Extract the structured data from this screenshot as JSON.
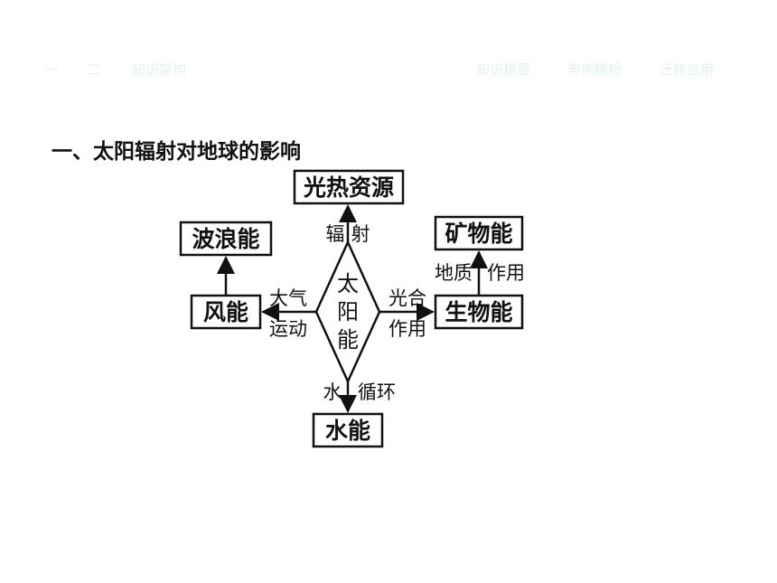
{
  "nav": {
    "left": [
      "一",
      "二",
      "知识架构"
    ],
    "right": [
      "知识精要",
      "典例精析",
      "迁移应用"
    ]
  },
  "section_title": "一、太阳辐射对地球的影响",
  "diagram": {
    "center": [
      "太",
      "阳",
      "能"
    ],
    "nodes": {
      "top": "光热资源",
      "wave": "波浪能",
      "wind": "风能",
      "mineral": "矿物能",
      "bio": "生物能",
      "water": "水能"
    },
    "edges": {
      "radiation": [
        "辐",
        "射"
      ],
      "atmosphere": [
        "大气",
        "运动"
      ],
      "photosynthesis": [
        "光合",
        "作用"
      ],
      "geology": [
        "地质",
        "作用"
      ],
      "water_cycle": [
        "水",
        "循环"
      ]
    }
  }
}
